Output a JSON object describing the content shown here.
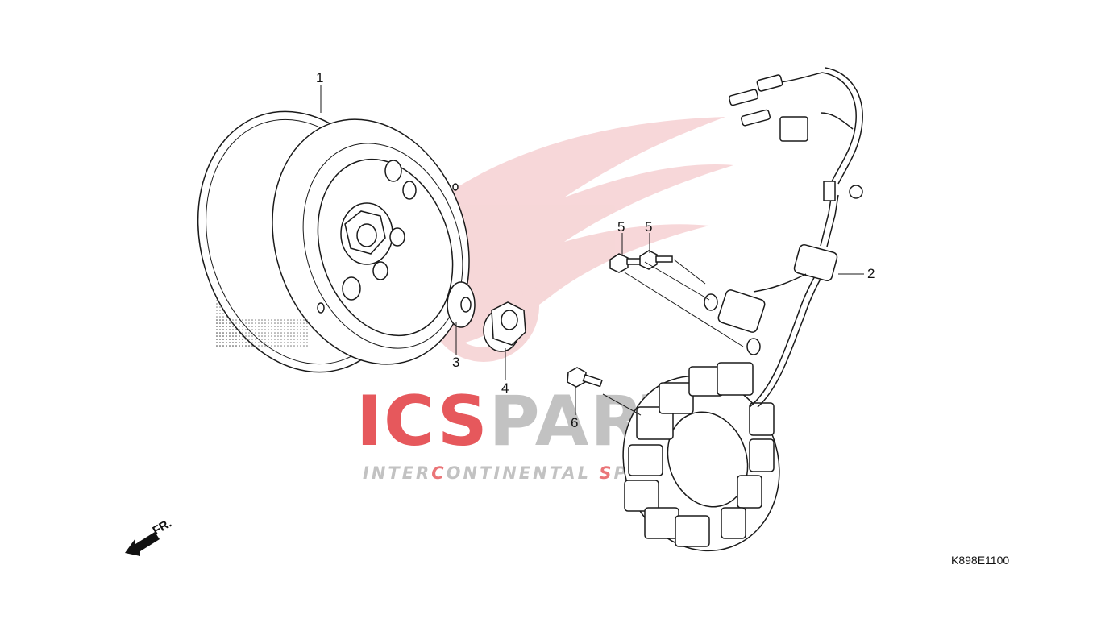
{
  "diagram": {
    "callouts": [
      "1",
      "2",
      "3",
      "4",
      "5",
      "5",
      "6"
    ],
    "reference_code": "K898E1100",
    "front_indicator": "FR."
  },
  "watermark": {
    "brand_red": "ICS",
    "brand_grey": "PARTS",
    "tagline_a": "INTER",
    "tagline_b": "C",
    "tagline_c": "ONTINENTAL ",
    "tagline_d": "S",
    "tagline_e": "PARES",
    "colors": {
      "red": "#e23b40",
      "grey": "#9a9a9a",
      "wing": "#f0b7ba"
    }
  }
}
